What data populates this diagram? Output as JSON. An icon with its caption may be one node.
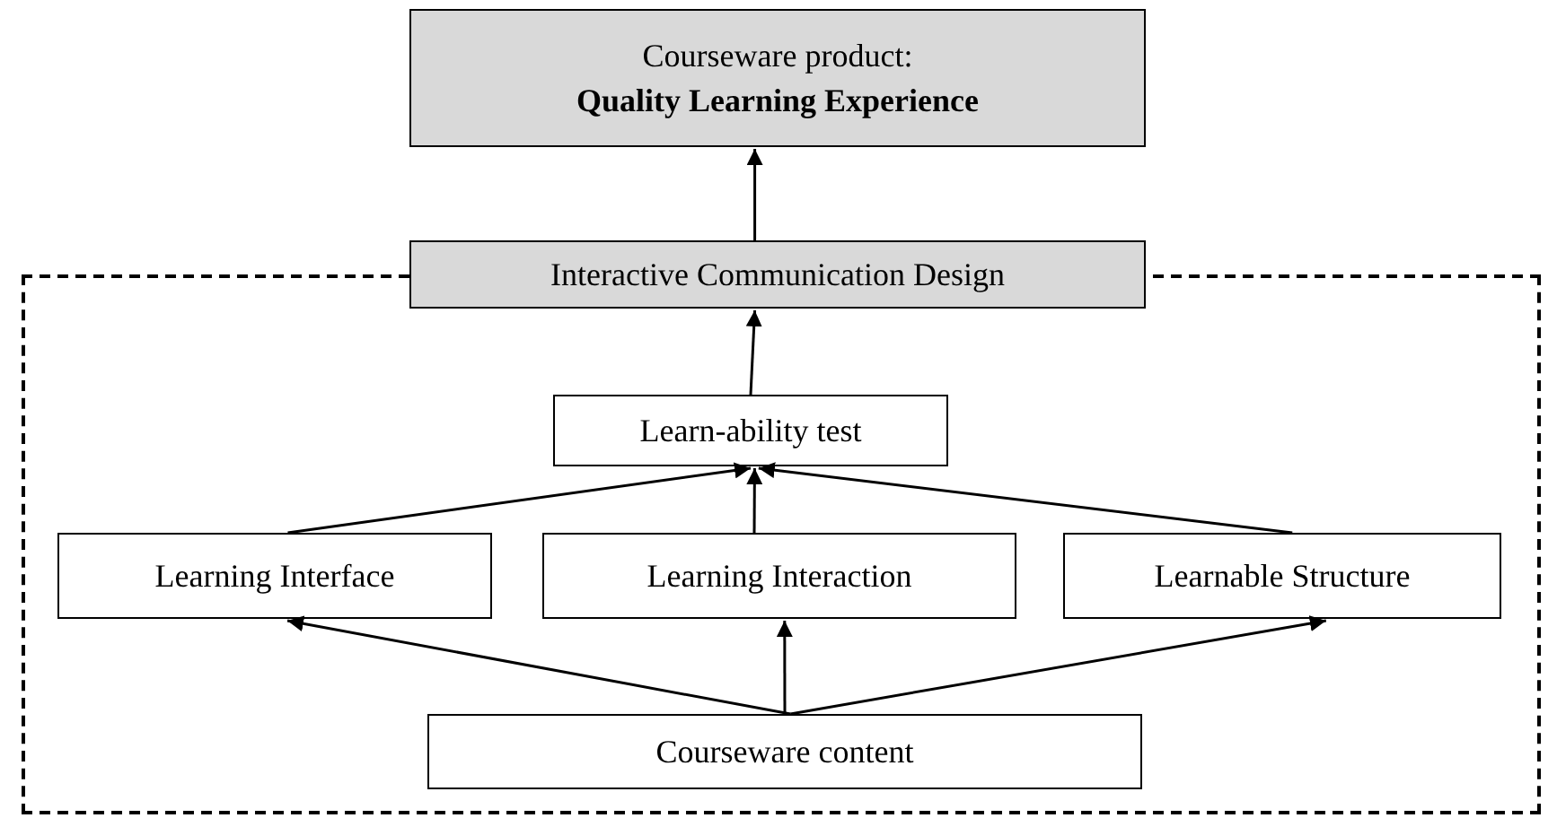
{
  "diagram": {
    "nodes": [
      {
        "text": [
          "Courseware product:",
          "Quality Learning Experience"
        ]
      },
      {
        "text": [],
        "shape": "box"
      },
      {
        "text": [
          "Interactive Communication Design"
        ]
      },
      {
        "text": [
          "Learn-ability test"
        ],
        "in": 1
      },
      {
        "text": [
          "Learning Interface"
        ],
        "in": 1
      },
      {
        "text": [
          "Learning Interaction"
        ],
        "in": 1
      },
      {
        "text": [
          "Learnable Structure"
        ],
        "in": 1
      },
      {
        "text": [
          "Courseware content"
        ],
        "in": 1
      }
    ],
    "edges": [
      {
        "from": 2,
        "to": 0,
        "arrow": "to"
      },
      {
        "from": 3,
        "to": 2,
        "arrow": "to"
      },
      {
        "from": 4,
        "to": 3,
        "arrow": "to"
      },
      {
        "from": 5,
        "to": 3,
        "arrow": "to"
      },
      {
        "from": 6,
        "to": 3,
        "arrow": "to"
      },
      {
        "from": 7,
        "to": 4,
        "arrow": "to"
      },
      {
        "from": 7,
        "to": 5,
        "arrow": "to"
      },
      {
        "from": 7,
        "to": 6,
        "arrow": "to"
      }
    ]
  }
}
